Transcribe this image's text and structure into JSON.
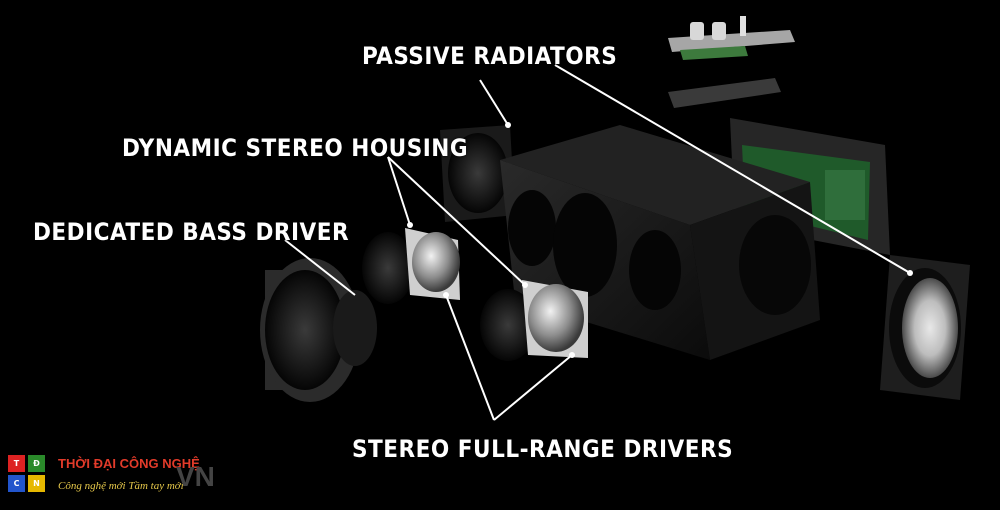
{
  "labels": {
    "passive_radiators": "PASSIVE RADIATORS",
    "dynamic_stereo_housing": "DYNAMIC STEREO HOUSING",
    "dedicated_bass_driver": "DEDICATED BASS DRIVER",
    "stereo_full_range_drivers": "STEREO FULL-RANGE DRIVERS"
  },
  "watermark": {
    "name": "THỜI ĐẠI CÔNG NGHỆ",
    "slogan": "Công nghệ mới   Tầm tay mới",
    "suffix": "VN",
    "cells": [
      "T",
      "Đ",
      "C",
      "N"
    ]
  },
  "colors": {
    "background": "#000000",
    "label_text": "#ffffff",
    "leader_lines": "#ffffff"
  }
}
